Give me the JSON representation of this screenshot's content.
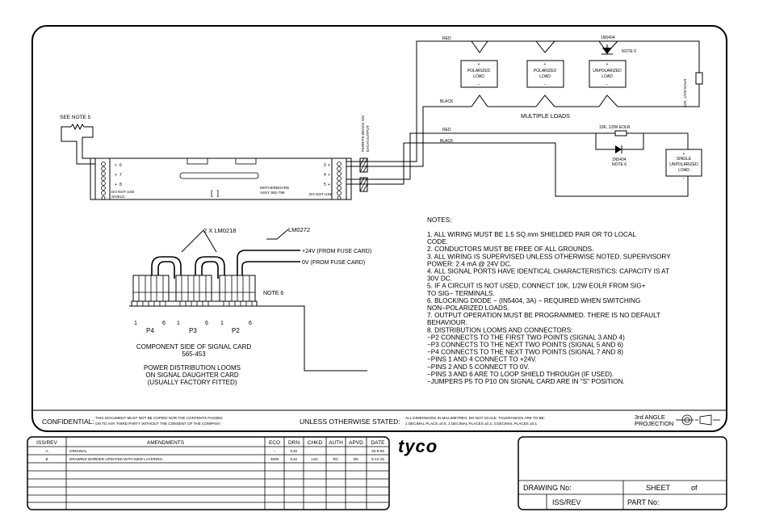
{
  "wiring": {
    "top_red": "RED",
    "top_black": "BLACK",
    "diode_top": "1N5404",
    "note6": "NOTE 6",
    "eolr_vertical": "10K, 1/2W EOLR",
    "multiple_loads": "MULTIPLE LOADS",
    "load1": [
      "POLARIZED",
      "LOAD"
    ],
    "load2": [
      "POLARIZED",
      "LOAD"
    ],
    "load3": [
      "UNPOLARIZED",
      "LOAD"
    ],
    "mid_red": "RED",
    "mid_black": "BLACK",
    "eolr_horizontal": "10K, 1/2W EOLR",
    "diode_bottom": "1N5404",
    "note6_b": "NOTE 6",
    "single_load": [
      "SINGLE",
      "UNPOLARIZED",
      "LOAD"
    ],
    "ferrite": [
      "FERRITE BEADS ON",
      "EACH OUTPUT"
    ],
    "see_note": "SEE NOTE 5",
    "mb_left_pins": [
      "6",
      "7",
      "8"
    ],
    "mb_left_dnu": "DO NOT USE",
    "mb_left_shield": "SHIELD",
    "mb_right_pins": [
      "3",
      "4",
      "5"
    ],
    "mb_right_dnu": "DO NOT USE",
    "motherboard": [
      "MOTHERBOARD",
      "ASSY 562-799"
    ],
    "plus": "+",
    "minus": "−"
  },
  "connectors": {
    "lm0218": "2 X LM0218",
    "lm0272": "LM0272",
    "plus24": "+24V (FROM FUSE CARD)",
    "zero": "0V (FROM FUSE CARD)",
    "note6": "NOTE 6",
    "p4": "P4",
    "p3": "P3",
    "p2": "P2",
    "pin1": "1",
    "pin6": "6",
    "component_side": "COMPONENT SIDE OF SIGNAL CARD",
    "part_no": "565-453",
    "power_dist": [
      "POWER DISTRIBUTION LOOMS",
      "ON SIGNAL DAUGHTER CARD",
      "(USUALLY FACTORY FITTED)"
    ]
  },
  "notes": {
    "title": "NOTES:",
    "lines": [
      "1.  ALL WIRING MUST BE 1.5 SQ.mm SHIELDED PAIR OR TO LOCAL",
      "     CODE.",
      "2.  CONDUCTORS MUST BE FREE OF ALL GROUNDS.",
      "3.  ALL WIRING IS SUPERVISED UNLESS OTHERWISE NOTED. SUPERVISORY",
      "     POWER: 2.4 mA @ 24V DC.",
      "4.  ALL SIGNAL PORTS HAVE IDENTICAL CHARACTERISTICS: CAPACITY IS AT",
      "     30V DC.",
      "5.  IF A CIRCUIT IS NOT USED, CONNECT 10K, 1/2W EOLR FROM SIG+",
      "     TO SIG− TERMINALS.",
      "6.  BLOCKING DIODE − (IN5404, 3A) − REQUIRED WHEN SWITCHING",
      "     NON−POLARIZED LOADS.",
      "7.  OUTPUT OPERATION MUST BE PROGRAMMED. THERE IS NO DEFAULT",
      "     BEHAVIOUR.",
      "8.  DISTRIBUTION LOOMS AND CONNECTORS:",
      "     −P2 CONNECTS TO THE FIRST TWO POINTS (SIGNAL 3 AND 4)",
      "     −P3 CONNECTS TO THE NEXT TWO POINTS (SIGNAL 5 AND 6)",
      "     −P4 CONNECTS TO THE NEXT TWO POINTS (SIGNAL 7 AND 8)",
      "     −PINS 1 AND 4 CONNECT TO +24V.",
      "     −PINS 2 AND 5 CONNECT TO 0V.",
      "     −PINS 3 AND 6 ARE TO LOOP SHIELD THROUGH (IF USED).",
      "     −JUMPERS P5 TO P10 ON SIGNAL CARD ARE IN \"S\" POSITION."
    ]
  },
  "footer": {
    "confidential": "CONFIDENTIAL:",
    "conf_text": [
      "THIS DOCUMENT MUST NOT BE COPIED NOR THE CONTENTS PASSED",
      "ON TO ANY THIRD PARTY WITHOUT THE CONSENT OF THE COMPANY."
    ],
    "unless": "UNLESS OTHERWISE STATED:",
    "dims": [
      "ALL DIMENSIONS IN MILLIMETRES. DO NOT SCALE. TOLERANCES ARE TO BE:",
      "1 DECIMAL PLACE ±0.5, 2 DECIMAL PLACES ±0.3, 3 DECIMAL PLACES ±0.1"
    ],
    "angle": [
      "3rd ANGLE",
      "PROJECTION"
    ]
  },
  "title_block": {
    "headers": [
      "ISS/REV",
      "AMENDMENTS",
      "ECO",
      "DRN",
      "CHKD",
      "AUTH",
      "APVD",
      "DATE"
    ],
    "rows": [
      [
        "A",
        "ORIGINAL",
        "−",
        "KJS",
        "",
        "",
        "",
        "20-9-06"
      ],
      [
        "B",
        "DRAWING BORDER UPDATED WITH NEW LAYERING.",
        "4509",
        "KJS",
        "LSC",
        "RC",
        "DK",
        "8-12-15"
      ]
    ],
    "logo": "tyco",
    "drawing_no": "DRAWING No:",
    "sheet": "SHEET",
    "of": "of",
    "iss_rev": "ISS/REV",
    "part_no": "PART No:"
  }
}
